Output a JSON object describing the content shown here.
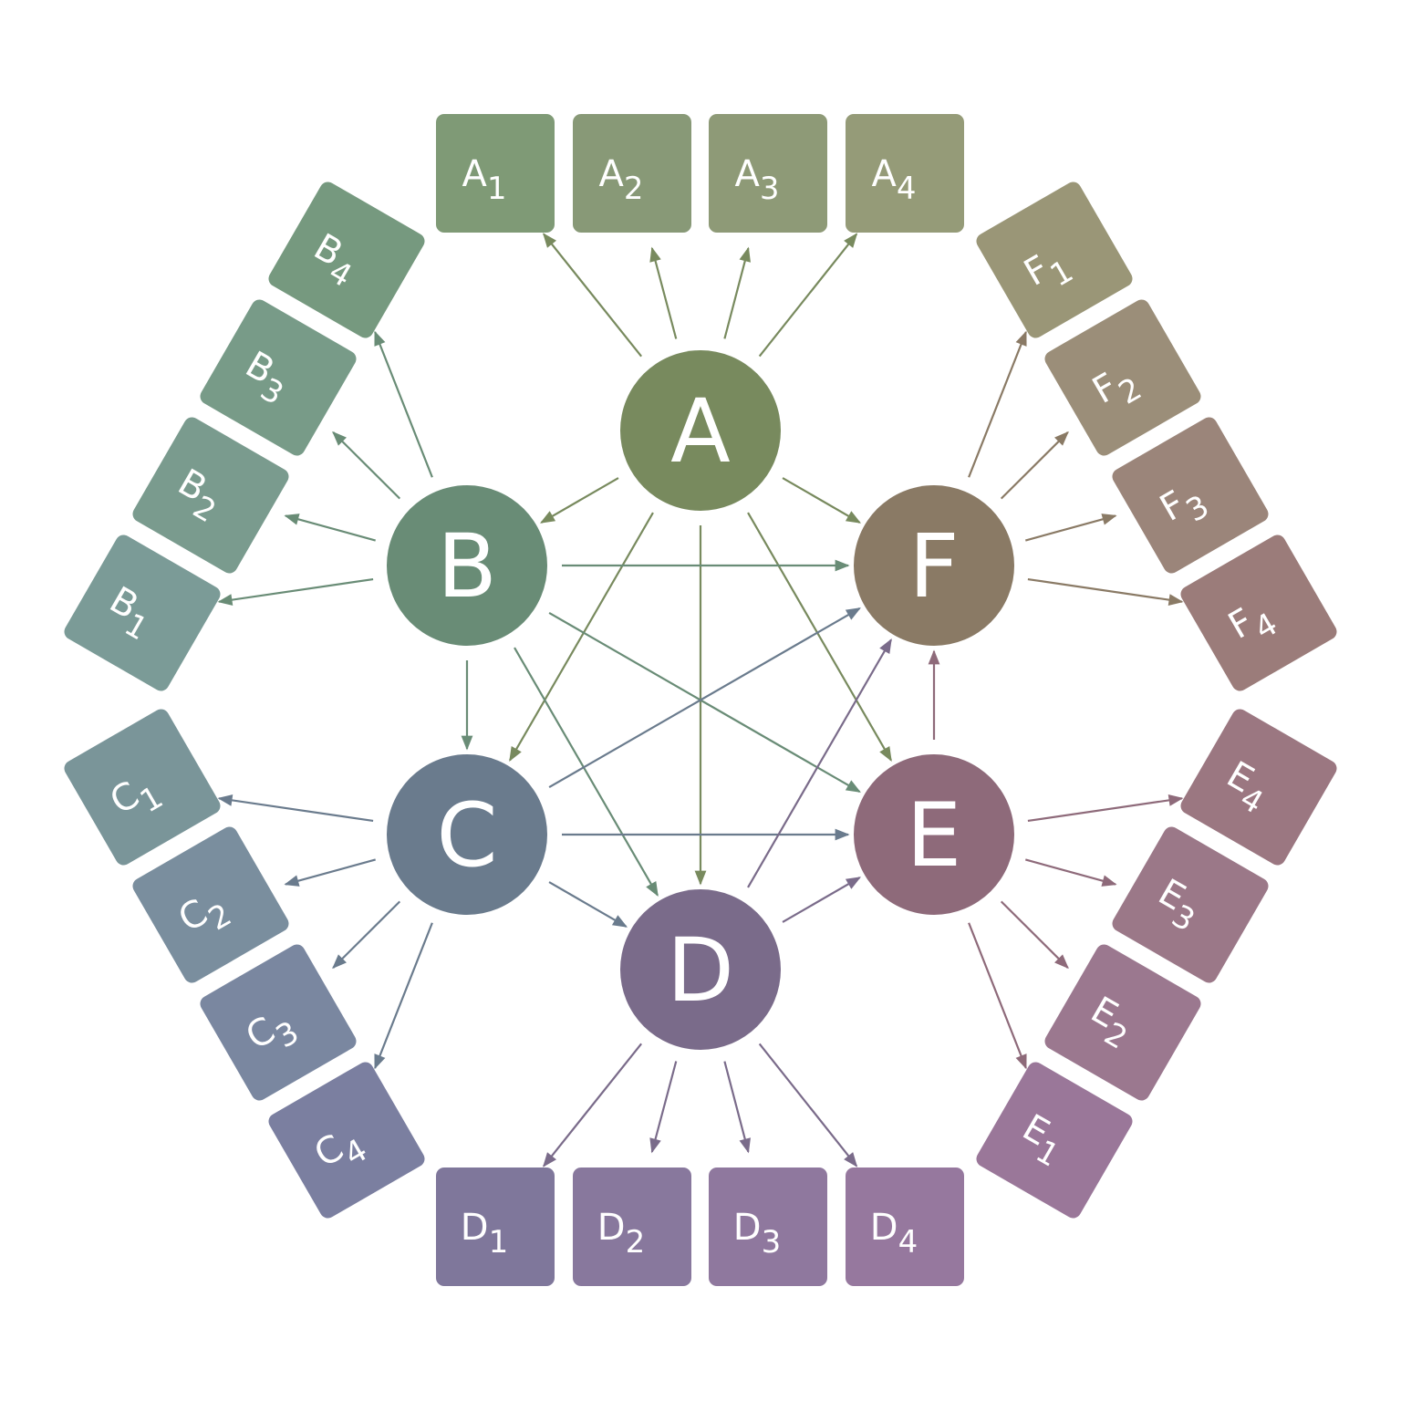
{
  "hubs": [
    {
      "id": "A",
      "label": "A",
      "color": "#788a5e"
    },
    {
      "id": "B",
      "label": "B",
      "color": "#698c76"
    },
    {
      "id": "C",
      "label": "C",
      "color": "#6a7b8d"
    },
    {
      "id": "D",
      "label": "D",
      "color": "#7a6b8a"
    },
    {
      "id": "E",
      "label": "E",
      "color": "#8e6a7a"
    },
    {
      "id": "F",
      "label": "F",
      "color": "#8a7a65"
    }
  ],
  "leaves": [
    {
      "hub": "A",
      "letter": "A",
      "index": "1",
      "color": "#7f9a76"
    },
    {
      "hub": "A",
      "letter": "A",
      "index": "2",
      "color": "#889977"
    },
    {
      "hub": "A",
      "letter": "A",
      "index": "3",
      "color": "#8e9a77"
    },
    {
      "hub": "A",
      "letter": "A",
      "index": "4",
      "color": "#959b78"
    },
    {
      "hub": "B",
      "letter": "B",
      "index": "1",
      "color": "#7b9b97"
    },
    {
      "hub": "B",
      "letter": "B",
      "index": "2",
      "color": "#7a9b8e"
    },
    {
      "hub": "B",
      "letter": "B",
      "index": "3",
      "color": "#789b88"
    },
    {
      "hub": "B",
      "letter": "B",
      "index": "4",
      "color": "#76997f"
    },
    {
      "hub": "C",
      "letter": "C",
      "index": "1",
      "color": "#7a9599"
    },
    {
      "hub": "C",
      "letter": "C",
      "index": "2",
      "color": "#7a8e9e"
    },
    {
      "hub": "C",
      "letter": "C",
      "index": "3",
      "color": "#7a87a0"
    },
    {
      "hub": "C",
      "letter": "C",
      "index": "4",
      "color": "#7b7fa0"
    },
    {
      "hub": "D",
      "letter": "D",
      "index": "1",
      "color": "#7f779b"
    },
    {
      "hub": "D",
      "letter": "D",
      "index": "2",
      "color": "#88789d"
    },
    {
      "hub": "D",
      "letter": "D",
      "index": "3",
      "color": "#8f789e"
    },
    {
      "hub": "D",
      "letter": "D",
      "index": "4",
      "color": "#96789e"
    },
    {
      "hub": "E",
      "letter": "E",
      "index": "1",
      "color": "#9a7799"
    },
    {
      "hub": "E",
      "letter": "E",
      "index": "2",
      "color": "#9b788f"
    },
    {
      "hub": "E",
      "letter": "E",
      "index": "3",
      "color": "#9b7888"
    },
    {
      "hub": "E",
      "letter": "E",
      "index": "4",
      "color": "#9b7781"
    },
    {
      "hub": "F",
      "letter": "F",
      "index": "1",
      "color": "#9a9677"
    },
    {
      "hub": "F",
      "letter": "F",
      "index": "2",
      "color": "#9b8e79"
    },
    {
      "hub": "F",
      "letter": "F",
      "index": "3",
      "color": "#9b857a"
    },
    {
      "hub": "F",
      "letter": "F",
      "index": "4",
      "color": "#9b7c7a"
    }
  ],
  "edges": [
    [
      "A",
      "B"
    ],
    [
      "A",
      "F"
    ],
    [
      "A",
      "C"
    ],
    [
      "A",
      "D"
    ],
    [
      "A",
      "E"
    ],
    [
      "B",
      "F"
    ],
    [
      "B",
      "C"
    ],
    [
      "B",
      "D"
    ],
    [
      "B",
      "E"
    ],
    [
      "C",
      "F"
    ],
    [
      "C",
      "E"
    ],
    [
      "C",
      "D"
    ],
    [
      "D",
      "E"
    ],
    [
      "D",
      "F"
    ],
    [
      "E",
      "F"
    ]
  ]
}
